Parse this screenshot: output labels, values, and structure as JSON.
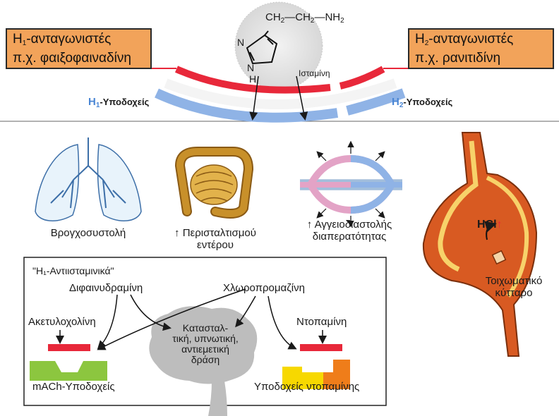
{
  "top": {
    "h1_box": {
      "line1_main": "H",
      "line1_sub": "1",
      "line1_rest": "-ανταγωνιστές",
      "line2": "π.χ. φαιξοφαιναδίνη"
    },
    "h2_box": {
      "line1_main": "H",
      "line1_sub": "2",
      "line1_rest": "-ανταγωνιστές",
      "line2": "π.χ. ρανιτιδίνη"
    },
    "formula": {
      "ch2a": "CH",
      "s1": "2",
      "dash1": "—",
      "ch2b": "CH",
      "s2": "2",
      "dash2": "—",
      "nh": "NH",
      "s3": "2"
    },
    "ring_n_top": "N",
    "ring_n_bottom": "N",
    "ring_h": "H",
    "histamine_label": "Ισταμίνη",
    "h1_receptors": {
      "main": "H",
      "sub": "1",
      "rest": "-Υποδοχείς"
    },
    "h2_receptors": {
      "main": "H",
      "sub": "2",
      "rest": "-Υποδοχείς"
    }
  },
  "effects": {
    "lungs": "Βρογχοσυστολή",
    "intestine_line1": "Περισταλτισμού",
    "intestine_line2": "εντέρου",
    "vessels_line1": "Αγγειοδιαστολής",
    "vessels_line2": "διαπερατότητας",
    "stomach_hcl": "HCl",
    "cell_line1": "Τοιχωματικό",
    "cell_line2": "κύτταρο",
    "up_arrow": "↑"
  },
  "bottom": {
    "title": "\"H₁-Αντιισταμινικά\"",
    "diphen": "Διφαινυδραμίνη",
    "chlorpro": "Χλωροπρομαζίνη",
    "ach": "Ακετυλοχολίνη",
    "dopamine": "Ντοπαμίνη",
    "sedative_line1": "Κατασταλ-",
    "sedative_line2": "τική, υπνωτική,",
    "sedative_line3": "αντιεμετική",
    "sedative_line4": "δράση",
    "mach_receptors": "mACh-Υποδοχείς",
    "dopamine_receptors": "Υποδοχείς ντοπαμίνης"
  },
  "colors": {
    "orange_box": "#f2a35a",
    "red_band": "#e8283a",
    "blue_band": "#8fb3e6",
    "h1_blue": "#4a86d4",
    "green_receptor": "#8cc63f",
    "yellow_receptor": "#f7d800",
    "orange_receptor": "#ef7d1a",
    "stomach": "#d85a22",
    "intestine": "#c8902a",
    "brain_gray": "#bdbdbd"
  }
}
